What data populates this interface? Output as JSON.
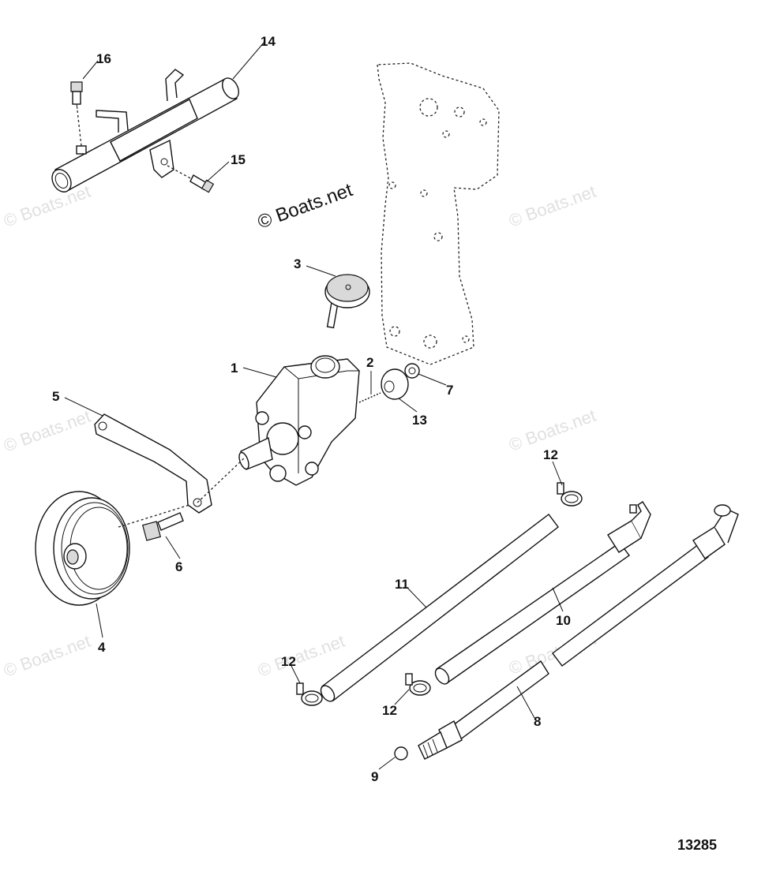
{
  "watermark": {
    "main": "© Boats.net",
    "faint": "© Boats.net"
  },
  "diagram_number": "13285",
  "callouts": {
    "c1": "1",
    "c2": "2",
    "c3": "3",
    "c4": "4",
    "c5": "5",
    "c6": "6",
    "c7": "7",
    "c8": "8",
    "c9": "9",
    "c10": "10",
    "c11": "11",
    "c12a": "12",
    "c12b": "12",
    "c12c": "12",
    "c13": "13",
    "c14": "14",
    "c15": "15",
    "c16": "16"
  }
}
